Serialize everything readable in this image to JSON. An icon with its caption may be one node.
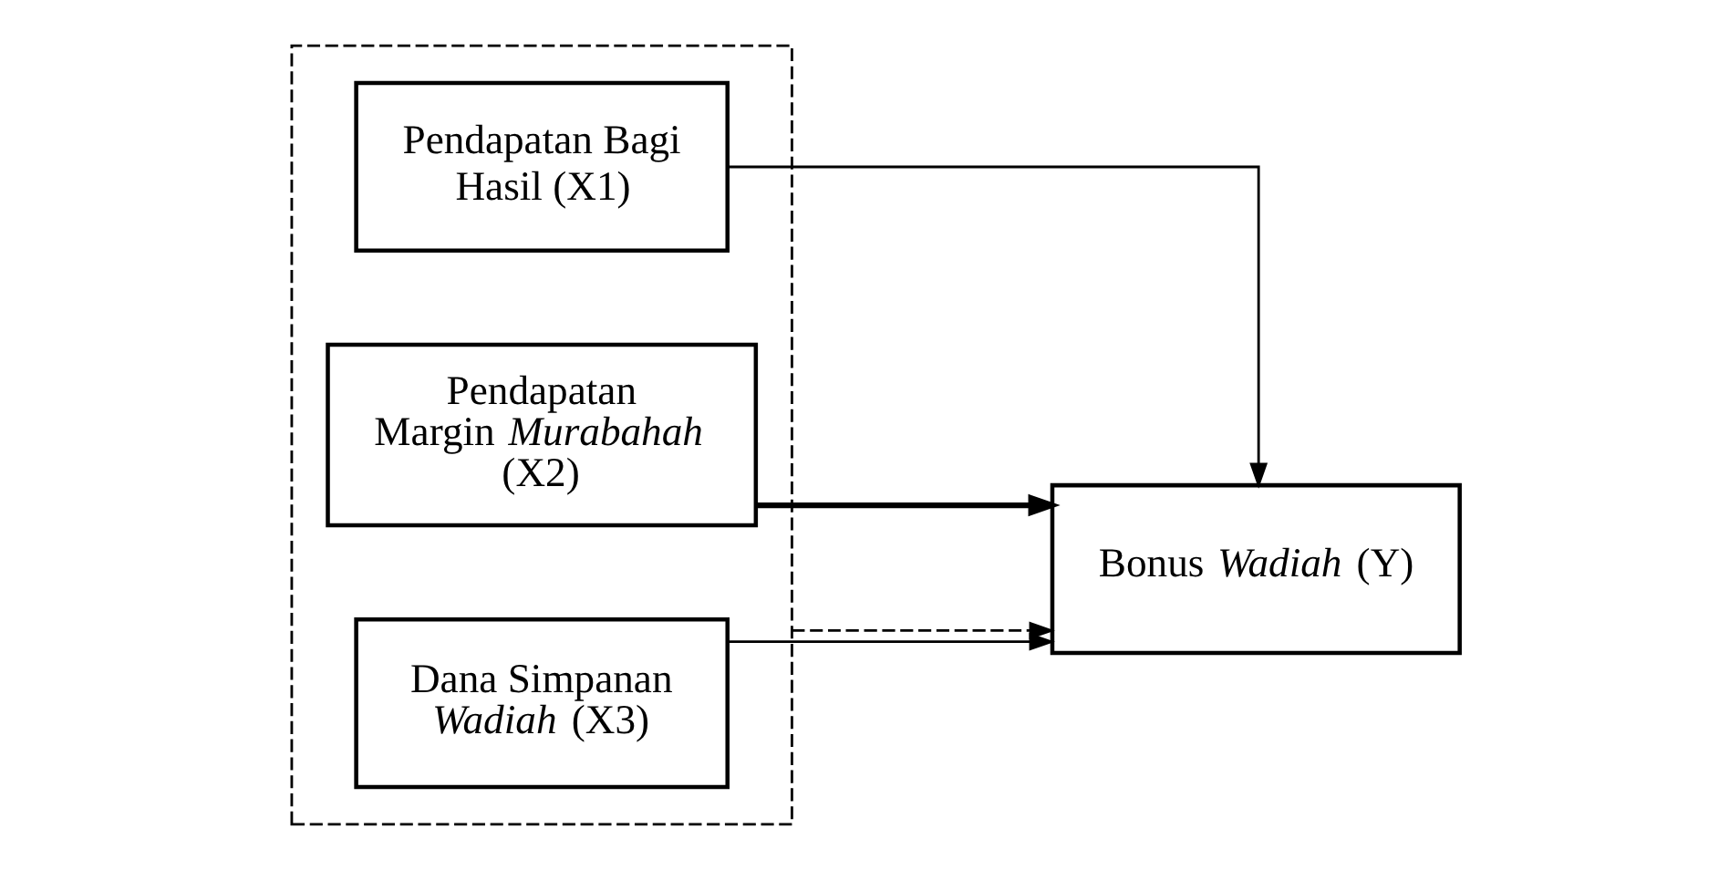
{
  "diagram": {
    "nodes": [
      {
        "text": [],
        "shape": "box"
      },
      {
        "text": [
          "Pendapatan Bagi Hasil (X1)"
        ],
        "in": 0
      },
      {
        "text": [
          "Pendapatan Margin *Murabahah* (X2)"
        ],
        "in": 0
      },
      {
        "text": [
          "Dana Simpanan *Wadiah* (X3)"
        ],
        "in": 0
      },
      {
        "text": [
          "Bonus *Wadiah* (Y)"
        ]
      }
    ],
    "edges": [
      {
        "from": 1,
        "to": 4,
        "arrow": "to"
      },
      {
        "from": 2,
        "to": 4,
        "arrow": "to",
        "style": "thick"
      },
      {
        "from": 3,
        "to": 4,
        "arrow": "to"
      },
      {
        "from": 0,
        "to": 4,
        "arrow": "to",
        "style": "dashed"
      }
    ]
  }
}
